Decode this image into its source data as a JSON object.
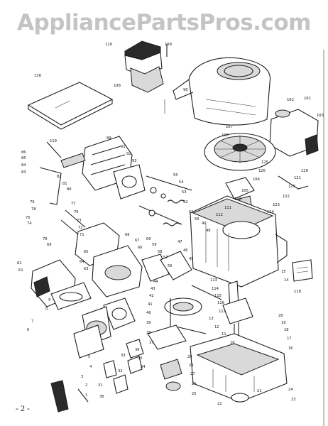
{
  "watermark": "AppliancePartsPros.com",
  "page_number": "- 2 -",
  "callouts": [
    "110",
    "109",
    "108",
    "90",
    "130",
    "102",
    "101",
    "103",
    "119",
    "107",
    "100",
    "89",
    "91",
    "92",
    "93",
    "86",
    "85",
    "84",
    "83",
    "82",
    "81",
    "80",
    "79",
    "78",
    "77",
    "76",
    "75",
    "74",
    "73",
    "72",
    "71",
    "70",
    "69",
    "68",
    "67",
    "66",
    "65",
    "64",
    "63",
    "62",
    "61",
    "60",
    "59",
    "58",
    "57",
    "56",
    "55",
    "54",
    "53",
    "52",
    "51",
    "50",
    "49",
    "48",
    "47",
    "46",
    "45",
    "44",
    "43",
    "42",
    "41",
    "40",
    "39",
    "38",
    "37",
    "36",
    "35",
    "34",
    "33",
    "32",
    "31",
    "30",
    "29",
    "28",
    "27",
    "26",
    "25",
    "24",
    "23",
    "22",
    "21",
    "20",
    "19",
    "18",
    "17",
    "16",
    "15",
    "14",
    "13",
    "12",
    "11",
    "10",
    "9",
    "8",
    "7",
    "6",
    "5",
    "4",
    "3",
    "2",
    "1",
    "120",
    "121",
    "127",
    "122",
    "123",
    "124",
    "125",
    "126",
    "104",
    "105",
    "106",
    "111",
    "112",
    "113",
    "114",
    "115",
    "116",
    "117",
    "118"
  ]
}
